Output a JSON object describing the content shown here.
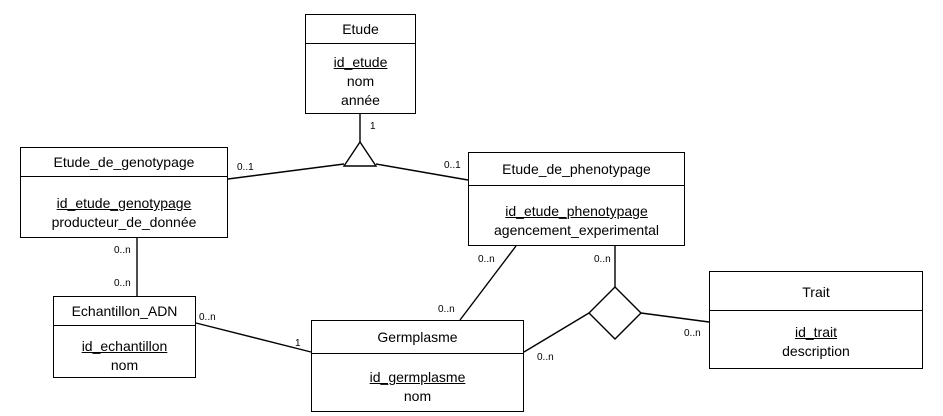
{
  "entities": {
    "etude": {
      "title": "Etude",
      "key": "id_etude",
      "attrs": [
        "nom",
        "année"
      ]
    },
    "genotypage": {
      "title": "Etude_de_genotypage",
      "key": "id_etude_genotypage",
      "attrs": [
        "producteur_de_donnée"
      ]
    },
    "phenotypage": {
      "title": "Etude_de_phenotypage",
      "key": "id_etude_phenotypage",
      "attrs": [
        "agencement_experimental"
      ]
    },
    "echantillon": {
      "title": "Echantillon_ADN",
      "key": "id_echantillon",
      "attrs": [
        "nom"
      ]
    },
    "germplasme": {
      "title": "Germplasme",
      "key": "id_germplasme",
      "attrs": [
        "nom"
      ]
    },
    "trait": {
      "title": "Trait",
      "key": "id_trait",
      "attrs": [
        "description"
      ]
    }
  },
  "cardinalities": {
    "etude_triangle": "1",
    "genotypage_triangle": "0..1",
    "phenotypage_triangle": "0..1",
    "genotypage_echantillon": "0..n",
    "echantillon_genotypage": "0..n",
    "echantillon_germplasme": "0..n",
    "germplasme_echantillon": "1",
    "phenotypage_germplasme": "0..n",
    "germplasme_phenotypage": "0..n",
    "phenotypage_diamond": "0..n",
    "germplasme_diamond": "0..n",
    "trait_diamond": "0..n"
  }
}
